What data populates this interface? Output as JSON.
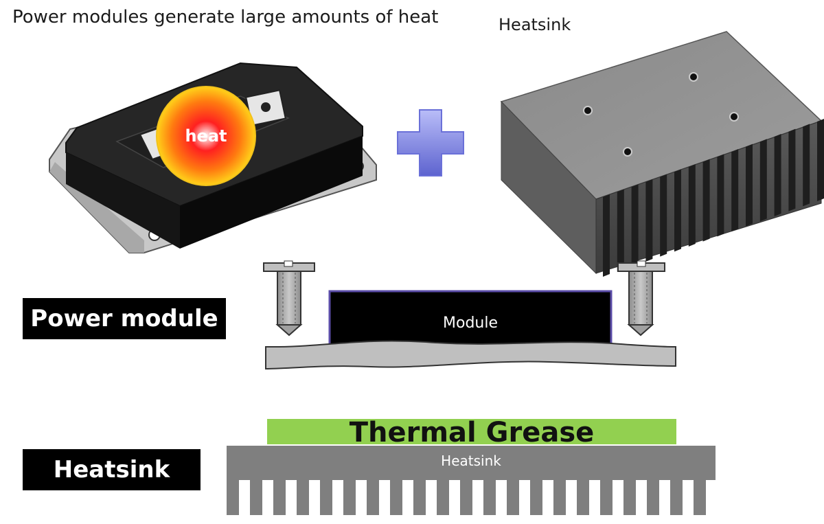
{
  "title": "Power modules generate large amounts of heat",
  "heatsink_caption": "Heatsink",
  "heat_label": "heat",
  "labels": {
    "power_module": "Power module",
    "heatsink": "Heatsink"
  },
  "cross_section": {
    "module_text": "Module",
    "grease_text": "Thermal Grease",
    "heatsink_text": "Heatsink"
  },
  "colors": {
    "grease": "#92d050",
    "heatsink_gray": "#7f7f7f",
    "baseplate_gray": "#bfbfbf",
    "plus_blue": "#7a80e0",
    "module_border": "#5b4da8"
  },
  "icons": [
    "plus-icon",
    "screw-icon",
    "heat-glow-icon"
  ]
}
